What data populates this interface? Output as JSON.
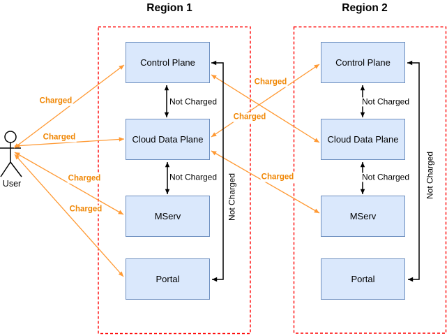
{
  "regions": [
    {
      "title": "Region 1",
      "nodes": [
        {
          "label": "Control Plane"
        },
        {
          "label": "Cloud Data Plane"
        },
        {
          "label": "MServ"
        },
        {
          "label": "Portal"
        }
      ]
    },
    {
      "title": "Region 2",
      "nodes": [
        {
          "label": "Control Plane"
        },
        {
          "label": "Cloud Data Plane"
        },
        {
          "label": "MServ"
        },
        {
          "label": "Portal"
        }
      ]
    }
  ],
  "actor": {
    "label": "User"
  },
  "edges": [
    {
      "id": "user-r1-control-plane",
      "label": "Charged"
    },
    {
      "id": "user-r1-cloud-data-plane",
      "label": "Charged"
    },
    {
      "id": "user-r1-mserv",
      "label": "Charged"
    },
    {
      "id": "user-r1-portal",
      "label": "Charged"
    },
    {
      "id": "r1-cloud-data-plane-r2-control-plane",
      "label": "Charged"
    },
    {
      "id": "r1-control-plane-r2-cloud-data-plane",
      "label": "Charged"
    },
    {
      "id": "r1-cloud-data-plane-r2-mserv",
      "label": "Charged"
    },
    {
      "id": "r1-control-plane-r1-cloud-data-plane",
      "label": "Not Charged"
    },
    {
      "id": "r1-cloud-data-plane-r1-mserv",
      "label": "Not Charged"
    },
    {
      "id": "r1-control-plane-r1-portal",
      "label": "Not Charged"
    },
    {
      "id": "r2-control-plane-r2-cloud-data-plane",
      "label": "Not Charged"
    },
    {
      "id": "r2-cloud-data-plane-r2-mserv",
      "label": "Not Charged"
    },
    {
      "id": "r2-control-plane-r2-portal",
      "label": "Not Charged"
    }
  ],
  "colors": {
    "charged_line": "#ff9933",
    "charged_text": "#f08705",
    "not_charged_line": "#000000",
    "node_fill": "#dae8fc",
    "node_border": "#6c8ebf",
    "region_border": "#ff0000"
  }
}
